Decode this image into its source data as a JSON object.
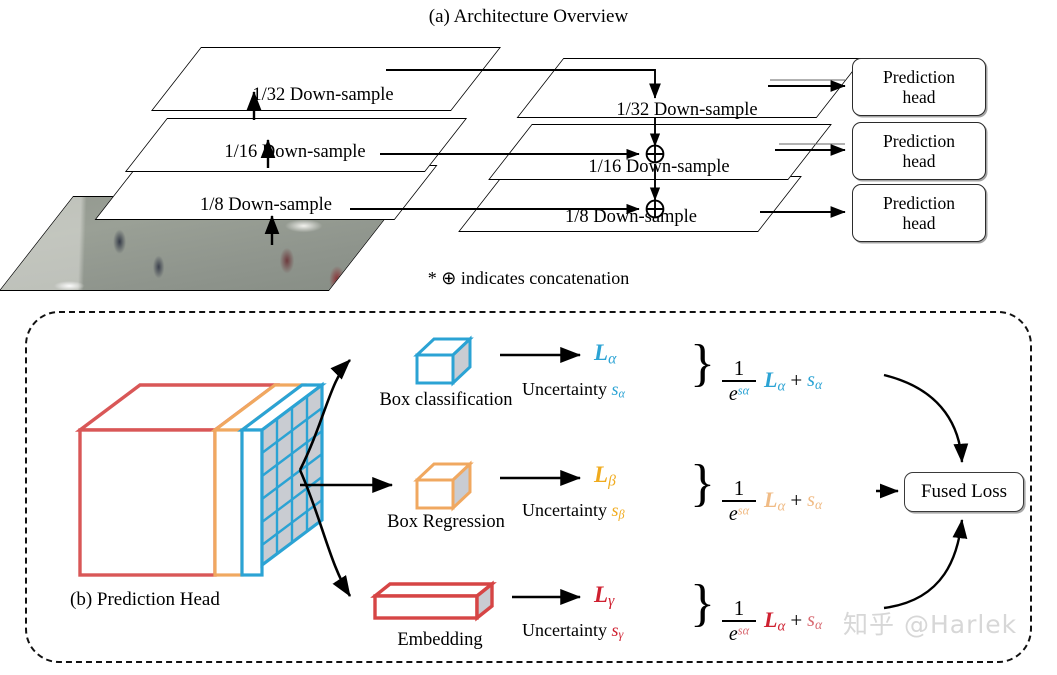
{
  "figure": {
    "panel_a": {
      "title": "(a)  Architecture Overview",
      "footnote": "* ⊕ indicates concatenation",
      "left_layers": [
        {
          "label": "1/32 Down-sample"
        },
        {
          "label": "1/16 Down-sample"
        },
        {
          "label": "1/8 Down-sample"
        }
      ],
      "right_layers": [
        {
          "label": "1/32 Down-sample"
        },
        {
          "label": "1/16 Down-sample"
        },
        {
          "label": "1/8 Down-sample"
        }
      ],
      "input_image_alt": "street surveillance frame",
      "prediction_heads": [
        {
          "line1": "Prediction",
          "line2": "head"
        },
        {
          "line1": "Prediction",
          "line2": "head"
        },
        {
          "line1": "Prediction",
          "line2": "head"
        }
      ],
      "concat_symbol": "⊕"
    },
    "panel_b": {
      "label": "(b)  Prediction Head",
      "branches": [
        {
          "name": "Box classification",
          "icon": "cube-icon-blue",
          "loss_symbol": "L",
          "loss_subscript": "α",
          "uncertainty_label": "Uncertainty",
          "uncertainty_symbol": "s",
          "uncertainty_subscript": "α",
          "formula_numerator": "1",
          "formula_denominator_base": "e",
          "formula_denominator_exp": "sα",
          "formula_loss": "L",
          "formula_loss_subscript": "α",
          "formula_plus": "+",
          "formula_tail": "s",
          "formula_tail_subscript": "α",
          "color": "#2ba3d4"
        },
        {
          "name": "Box Regression",
          "icon": "cube-icon-orange",
          "loss_symbol": "L",
          "loss_subscript": "β",
          "uncertainty_label": "Uncertainty",
          "uncertainty_symbol": "s",
          "uncertainty_subscript": "β",
          "formula_numerator": "1",
          "formula_denominator_base": "e",
          "formula_denominator_exp": "sα",
          "formula_loss": "L",
          "formula_loss_subscript": "α",
          "formula_plus": "+",
          "formula_tail": "s",
          "formula_tail_subscript": "α",
          "color": "#f0a860",
          "loss_color": "#f0ab1e"
        },
        {
          "name": "Embedding",
          "icon": "slab-icon-red",
          "loss_symbol": "L",
          "loss_subscript": "γ",
          "uncertainty_label": "Uncertainty",
          "uncertainty_symbol": "s",
          "uncertainty_subscript": "γ",
          "formula_numerator": "1",
          "formula_denominator_base": "e",
          "formula_denominator_exp": "sα",
          "formula_loss": "L",
          "formula_loss_subscript": "α",
          "formula_plus": "+",
          "formula_tail": "s",
          "formula_tail_subscript": "α",
          "color": "#d64545",
          "loss_color": "#cf2030"
        }
      ],
      "fused_loss": "Fused Loss",
      "feature_cube": {
        "red_block_color": "#d95757",
        "orange_slice_color": "#f0a860",
        "blue_grid_color": "#2ba3d4",
        "grid_cols": 4,
        "grid_rows": 6
      }
    }
  },
  "watermark": "知乎 @Harlek",
  "colors": {
    "alpha": "#2ba3d4",
    "beta": "#f0ab1e",
    "beta_soft": "#f0bb85",
    "gamma": "#cf2030",
    "gamma_soft": "#d86a72",
    "stroke": "#000000"
  }
}
